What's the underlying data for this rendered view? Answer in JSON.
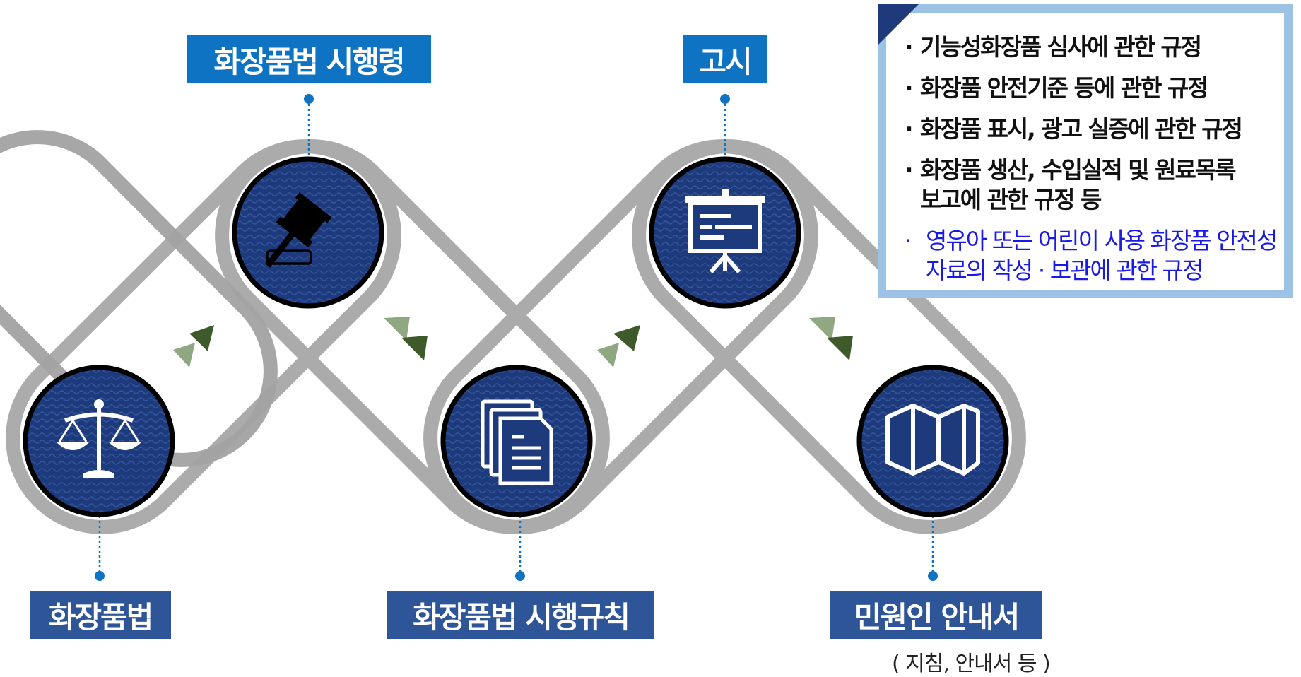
{
  "labels": {
    "law": "화장품법",
    "decree": "화장품법 시행령",
    "rule": "화장품법 시행규칙",
    "notice": "고시",
    "guide": "민원인 안내서",
    "guide_sub": "( 지침, 안내서 등 )"
  },
  "notice_items": [
    {
      "bullet": "·",
      "text": "기능성화장품 심사에 관한 규정"
    },
    {
      "bullet": "·",
      "text": "화장품 안전기준 등에 관한 규정"
    },
    {
      "bullet": "·",
      "text": "화장품 표시, 광고 실증에 관한 규정"
    },
    {
      "bullet": "·",
      "text": "화장품 생산, 수입실적 및 원료목록\n보고에 관한 규정 등"
    },
    {
      "bullet": "·",
      "text": "영유아 또는 어린이 사용 화장품 안전성\n자료의 작성 · 보관에 관한 규정",
      "highlight": true
    }
  ],
  "icons": [
    "scale-icon",
    "gavel-icon",
    "documents-icon",
    "presentation-board-icon",
    "map-icon"
  ],
  "colors": {
    "label_top": "#0d73c2",
    "label_bottom": "#2d5597",
    "circle_fill": "#1e3a7b",
    "ring": "#a6a6a6",
    "arrow_dark": "#3e5a2a",
    "arrow_light": "#8fa882",
    "info_border": "#9cc3e6",
    "highlight_text": "#1a1ae6"
  }
}
